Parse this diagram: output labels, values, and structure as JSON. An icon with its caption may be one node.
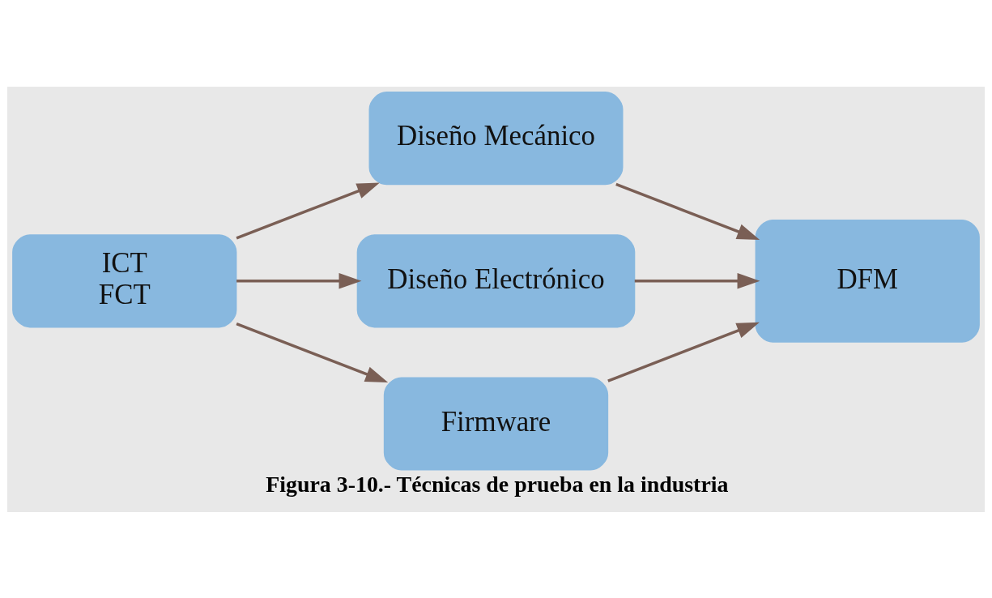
{
  "diagram": {
    "caption": "Figura 3-10.- Técnicas de prueba en la industria",
    "nodes": [
      {
        "text": [
          "ICT",
          "FCT"
        ]
      },
      {
        "text": [
          "Diseño Mecánico"
        ]
      },
      {
        "text": [
          "Diseño Electrónico"
        ]
      },
      {
        "text": [
          "Firmware"
        ]
      },
      {
        "text": [
          "DFM"
        ]
      }
    ],
    "edges": [
      {
        "from": 0,
        "to": 1,
        "arrow": "to"
      },
      {
        "from": 0,
        "to": 2,
        "arrow": "to"
      },
      {
        "from": 0,
        "to": 3,
        "arrow": "to"
      },
      {
        "from": 1,
        "to": 4,
        "arrow": "to"
      },
      {
        "from": 2,
        "to": 4,
        "arrow": "to"
      },
      {
        "from": 3,
        "to": 4,
        "arrow": "to"
      }
    ]
  }
}
